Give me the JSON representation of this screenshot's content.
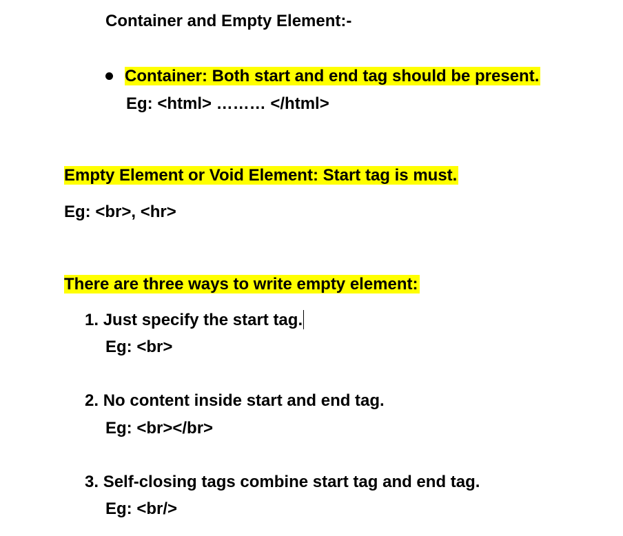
{
  "colors": {
    "highlight": "#ffff00",
    "text": "#000000",
    "background": "#ffffff"
  },
  "heading": "Container and Empty Element:-",
  "container": {
    "bullet_text": "Container: Both start and end tag should be present.",
    "example": "Eg: <html> ……… </html>"
  },
  "empty": {
    "title": "Empty Element or Void Element: Start tag is must.",
    "example": "Eg: <br>, <hr>"
  },
  "ways": {
    "title": "There are three ways to write empty element:",
    "items": [
      {
        "number": "1.",
        "text": "Just specify the start tag.",
        "example": "Eg: <br>"
      },
      {
        "number": "2.",
        "text": "No content inside start and end tag.",
        "example": "Eg: <br></br>"
      },
      {
        "number": "3.",
        "text": "Self-closing tags combine start tag and end tag.",
        "example": "Eg: <br/>"
      }
    ]
  }
}
